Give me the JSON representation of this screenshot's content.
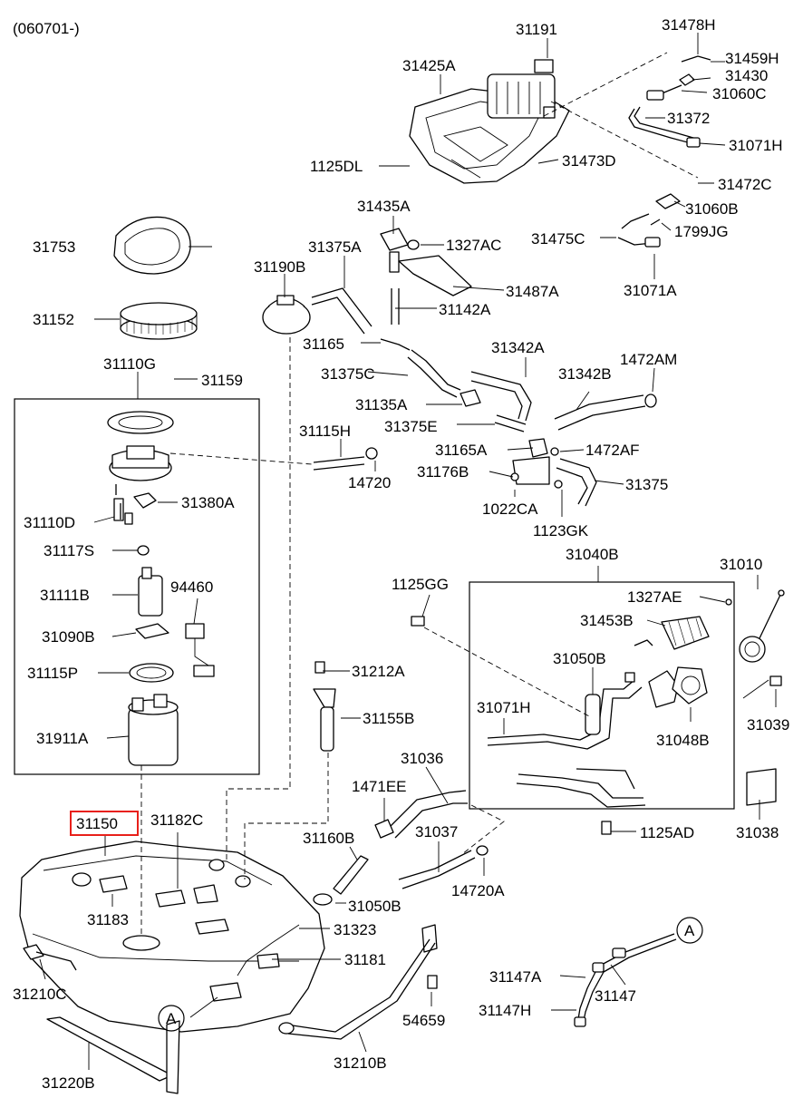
{
  "header": {
    "date_code": "(060701-)"
  },
  "highlighted_part": "31150",
  "highlight_color": "#e8201a",
  "callouts": [
    "31191",
    "31478H",
    "31459H",
    "31430",
    "31060C",
    "31425A",
    "31372",
    "31071H",
    "1125DL",
    "31473D",
    "31472C",
    "31060B",
    "31435A",
    "1799JG",
    "31475C",
    "1327AC",
    "31375A",
    "31753",
    "31190B",
    "31487A",
    "31071A",
    "31142A",
    "31152",
    "31165",
    "31342A",
    "1472AM",
    "31110G",
    "31159",
    "31375C",
    "31342B",
    "31135A",
    "31375E",
    "31115H",
    "31165A",
    "1472AF",
    "31176B",
    "31375",
    "14720",
    "31380A",
    "1022CA",
    "31110D",
    "1123GK",
    "31117S",
    "31040B",
    "31010",
    "1125GG",
    "94460",
    "1327AE",
    "31111B",
    "31453B",
    "31090B",
    "31050B",
    "31212A",
    "31115P",
    "31071H",
    "31155B",
    "31048B",
    "31039",
    "31911A",
    "31036",
    "1471EE",
    "31150",
    "31182C",
    "31038",
    "1125AD",
    "31160B",
    "31037",
    "14720A",
    "31050B",
    "31183",
    "31323",
    "31181",
    "A",
    "31210C",
    "31147A",
    "31147",
    "54659",
    "31147H",
    "A",
    "31220B",
    "31210B"
  ]
}
